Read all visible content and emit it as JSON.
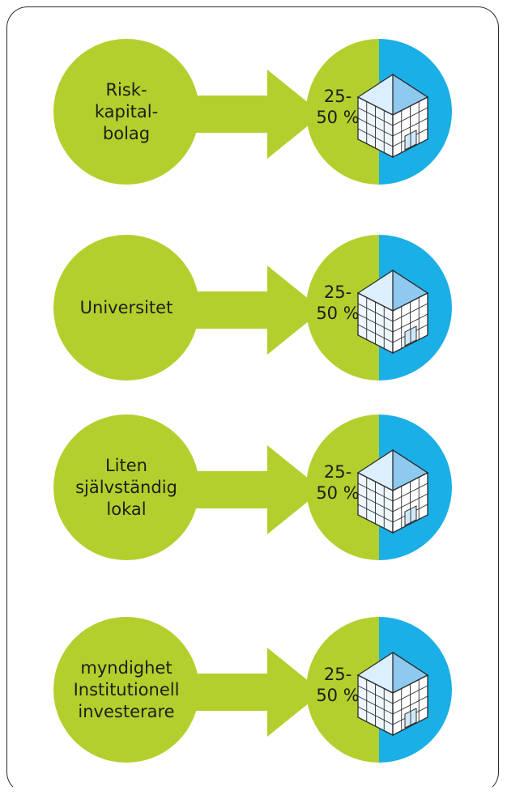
{
  "rows": [
    {
      "source": "Risk-\nkapital-\nbolag",
      "share_line1": "25-",
      "share_line2": "50 %"
    },
    {
      "source": "Universitet",
      "share_line1": "25-",
      "share_line2": "50 %"
    },
    {
      "source": "Liten\nsjälvständig\nlokal",
      "share_line1": "25-",
      "share_line2": "50 %"
    },
    {
      "source": "myndighet\nInstitutionell\ninvesterare",
      "share_line1": "25-",
      "share_line2": "50 %"
    }
  ],
  "colors": {
    "green": "#b3cf2d",
    "blue": "#1aafe6",
    "building_light": "#dcefff",
    "building_blue": "#8ec9f0",
    "outline": "#2b2b2b"
  },
  "icons": {
    "arrow": "right-arrow-icon",
    "building": "office-building-icon"
  }
}
